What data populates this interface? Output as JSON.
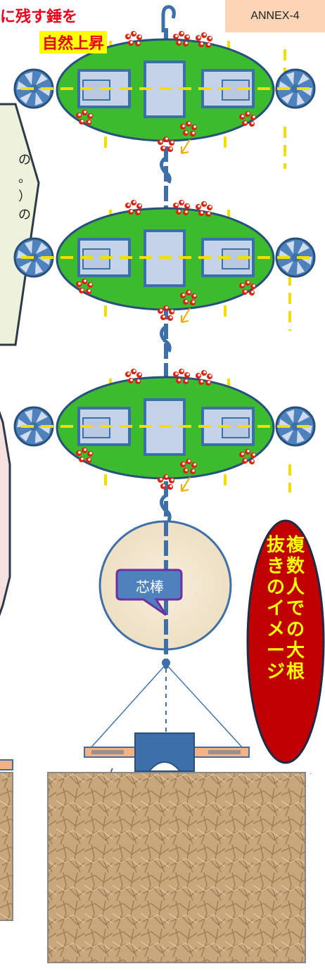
{
  "annex_label": "ANNEX-4",
  "title": {
    "line1": "に残す錘を",
    "line2": "自然上昇"
  },
  "callout_left_fragments": [
    "の",
    "。",
    "）",
    "の"
  ],
  "core_label": "芯棒",
  "oval_caption": {
    "column1": "複数人での大根",
    "column2": "抜きのイメージ"
  },
  "colors": {
    "title_red": "#e8001c",
    "highlight_yellow": "#ffff00",
    "body_green": "#3dbb2f",
    "rope_blue": "#3d6fa8",
    "oval_red": "#c00000",
    "annex_bg": "#fbd5b5",
    "label_blue": "#4f81bd",
    "label_border": "#7030a0",
    "paper_tan": "#c9a77c"
  }
}
